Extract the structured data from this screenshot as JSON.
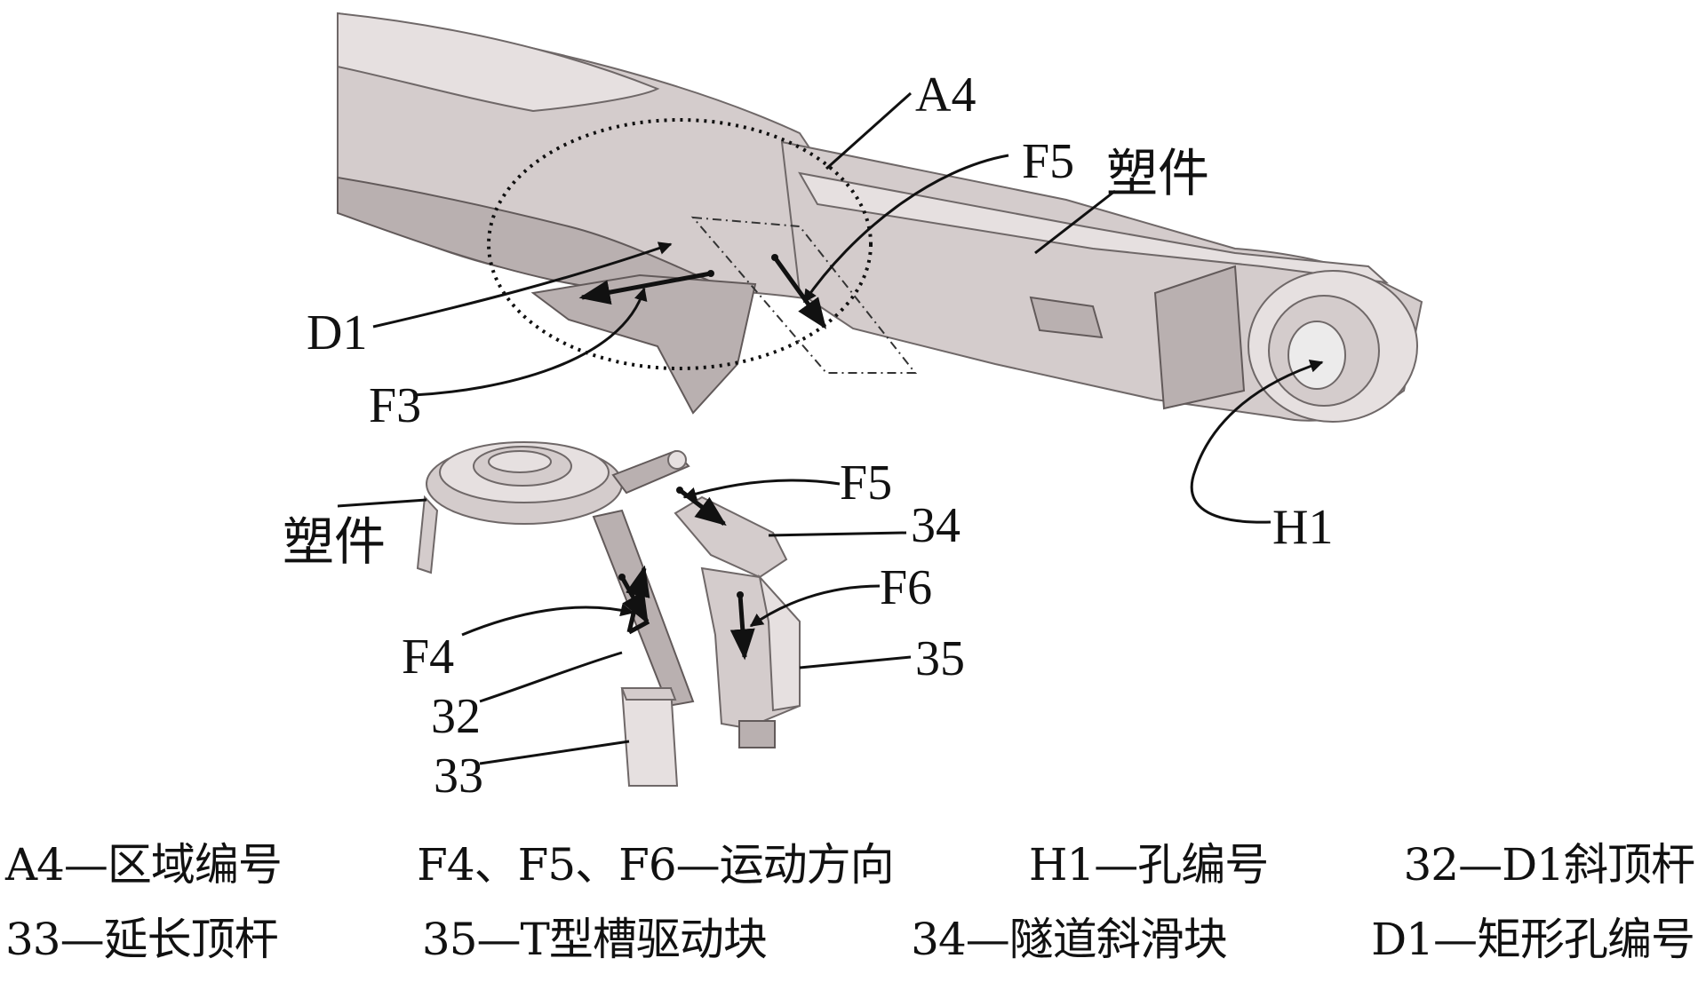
{
  "figure": {
    "labels": {
      "a4": "A4",
      "f5_top": "F5",
      "part_top": "塑件",
      "d1": "D1",
      "f3": "F3",
      "h1": "H1",
      "part_bottom": "塑件",
      "f5_bottom": "F5",
      "n34": "34",
      "f6": "F6",
      "f4": "F4",
      "n35": "35",
      "n32": "32",
      "n33": "33"
    }
  },
  "legend": {
    "row1": [
      "A4—区域编号",
      "F4、F5、F6—运动方向",
      "H1—孔编号",
      "32—D1斜顶杆"
    ],
    "row2": [
      "33—延长顶杆",
      "35—T型槽驱动块",
      "34—隧道斜滑块",
      "D1—矩形孔编号"
    ]
  },
  "colors": {
    "part_fill": "#d4cccc",
    "part_edge": "#6f6868",
    "annotation": "#111111"
  }
}
